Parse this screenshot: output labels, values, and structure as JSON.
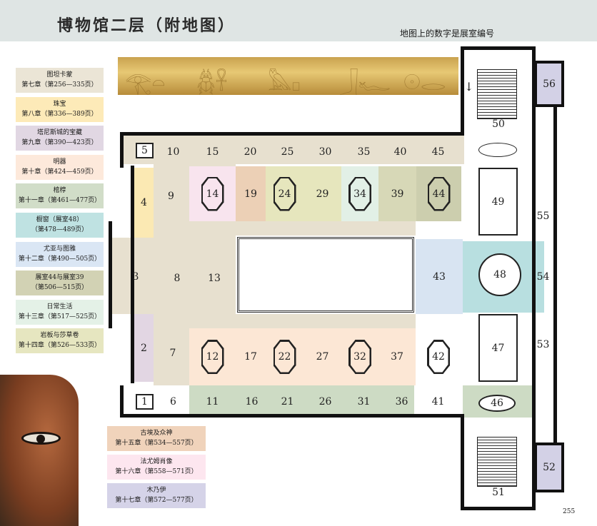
{
  "header": {
    "title": "博物馆二层（附地图）",
    "subtitle": "地图上的数字是展室编号"
  },
  "legend": [
    {
      "name": "图坦卡蒙",
      "pages": "第七章（第256—335页）",
      "color": "#ebe5d6"
    },
    {
      "name": "珠宝",
      "pages": "第八章（第336—389页）",
      "color": "#fdeab8"
    },
    {
      "name": "塔尼斯城的宝藏",
      "pages": "第九章（第390—423页）",
      "color": "#e1d7e3"
    },
    {
      "name": "明器",
      "pages": "第十章（第424—459页）",
      "color": "#fde9db"
    },
    {
      "name": "棺椁",
      "pages": "第十一章（第461—477页）",
      "color": "#d1ddc8"
    },
    {
      "name": "橱窗（展室48）",
      "pages": "（第478—489页）",
      "color": "#bfe2e2"
    },
    {
      "name": "尤亚与图雅",
      "pages": "第十二章（第490—505页）",
      "color": "#dae6f4"
    },
    {
      "name": "展室44与展室39",
      "pages": "（第506—515页）",
      "color": "#d2d2b4"
    },
    {
      "name": "日常生活",
      "pages": "第十三章（第517—525页）",
      "color": "#e4f1e7"
    },
    {
      "name": "岩板与莎草卷",
      "pages": "第十四章（第526—533页）",
      "color": "#e6e6c0"
    },
    {
      "name": "古埃及众神",
      "pages": "第十五章（第534—557页）",
      "color": "#f0d3bb"
    },
    {
      "name": "法尤姆肖像",
      "pages": "第十六章（第558—571页）",
      "color": "#fde6ef"
    },
    {
      "name": "木乃伊",
      "pages": "第十七章（第572—577页）",
      "color": "#d5d3e8"
    }
  ],
  "rooms": [
    "1",
    "2",
    "3",
    "4",
    "5",
    "6",
    "7",
    "8",
    "9",
    "10",
    "11",
    "12",
    "13",
    "14",
    "15",
    "16",
    "17",
    "19",
    "20",
    "21",
    "22",
    "24",
    "25",
    "26",
    "27",
    "29",
    "30",
    "31",
    "32",
    "34",
    "35",
    "36",
    "37",
    "39",
    "40",
    "41",
    "42",
    "43",
    "44",
    "45",
    "46",
    "47",
    "48",
    "49",
    "50",
    "51",
    "52",
    "53",
    "54",
    "55",
    "56"
  ],
  "page_number": "255"
}
